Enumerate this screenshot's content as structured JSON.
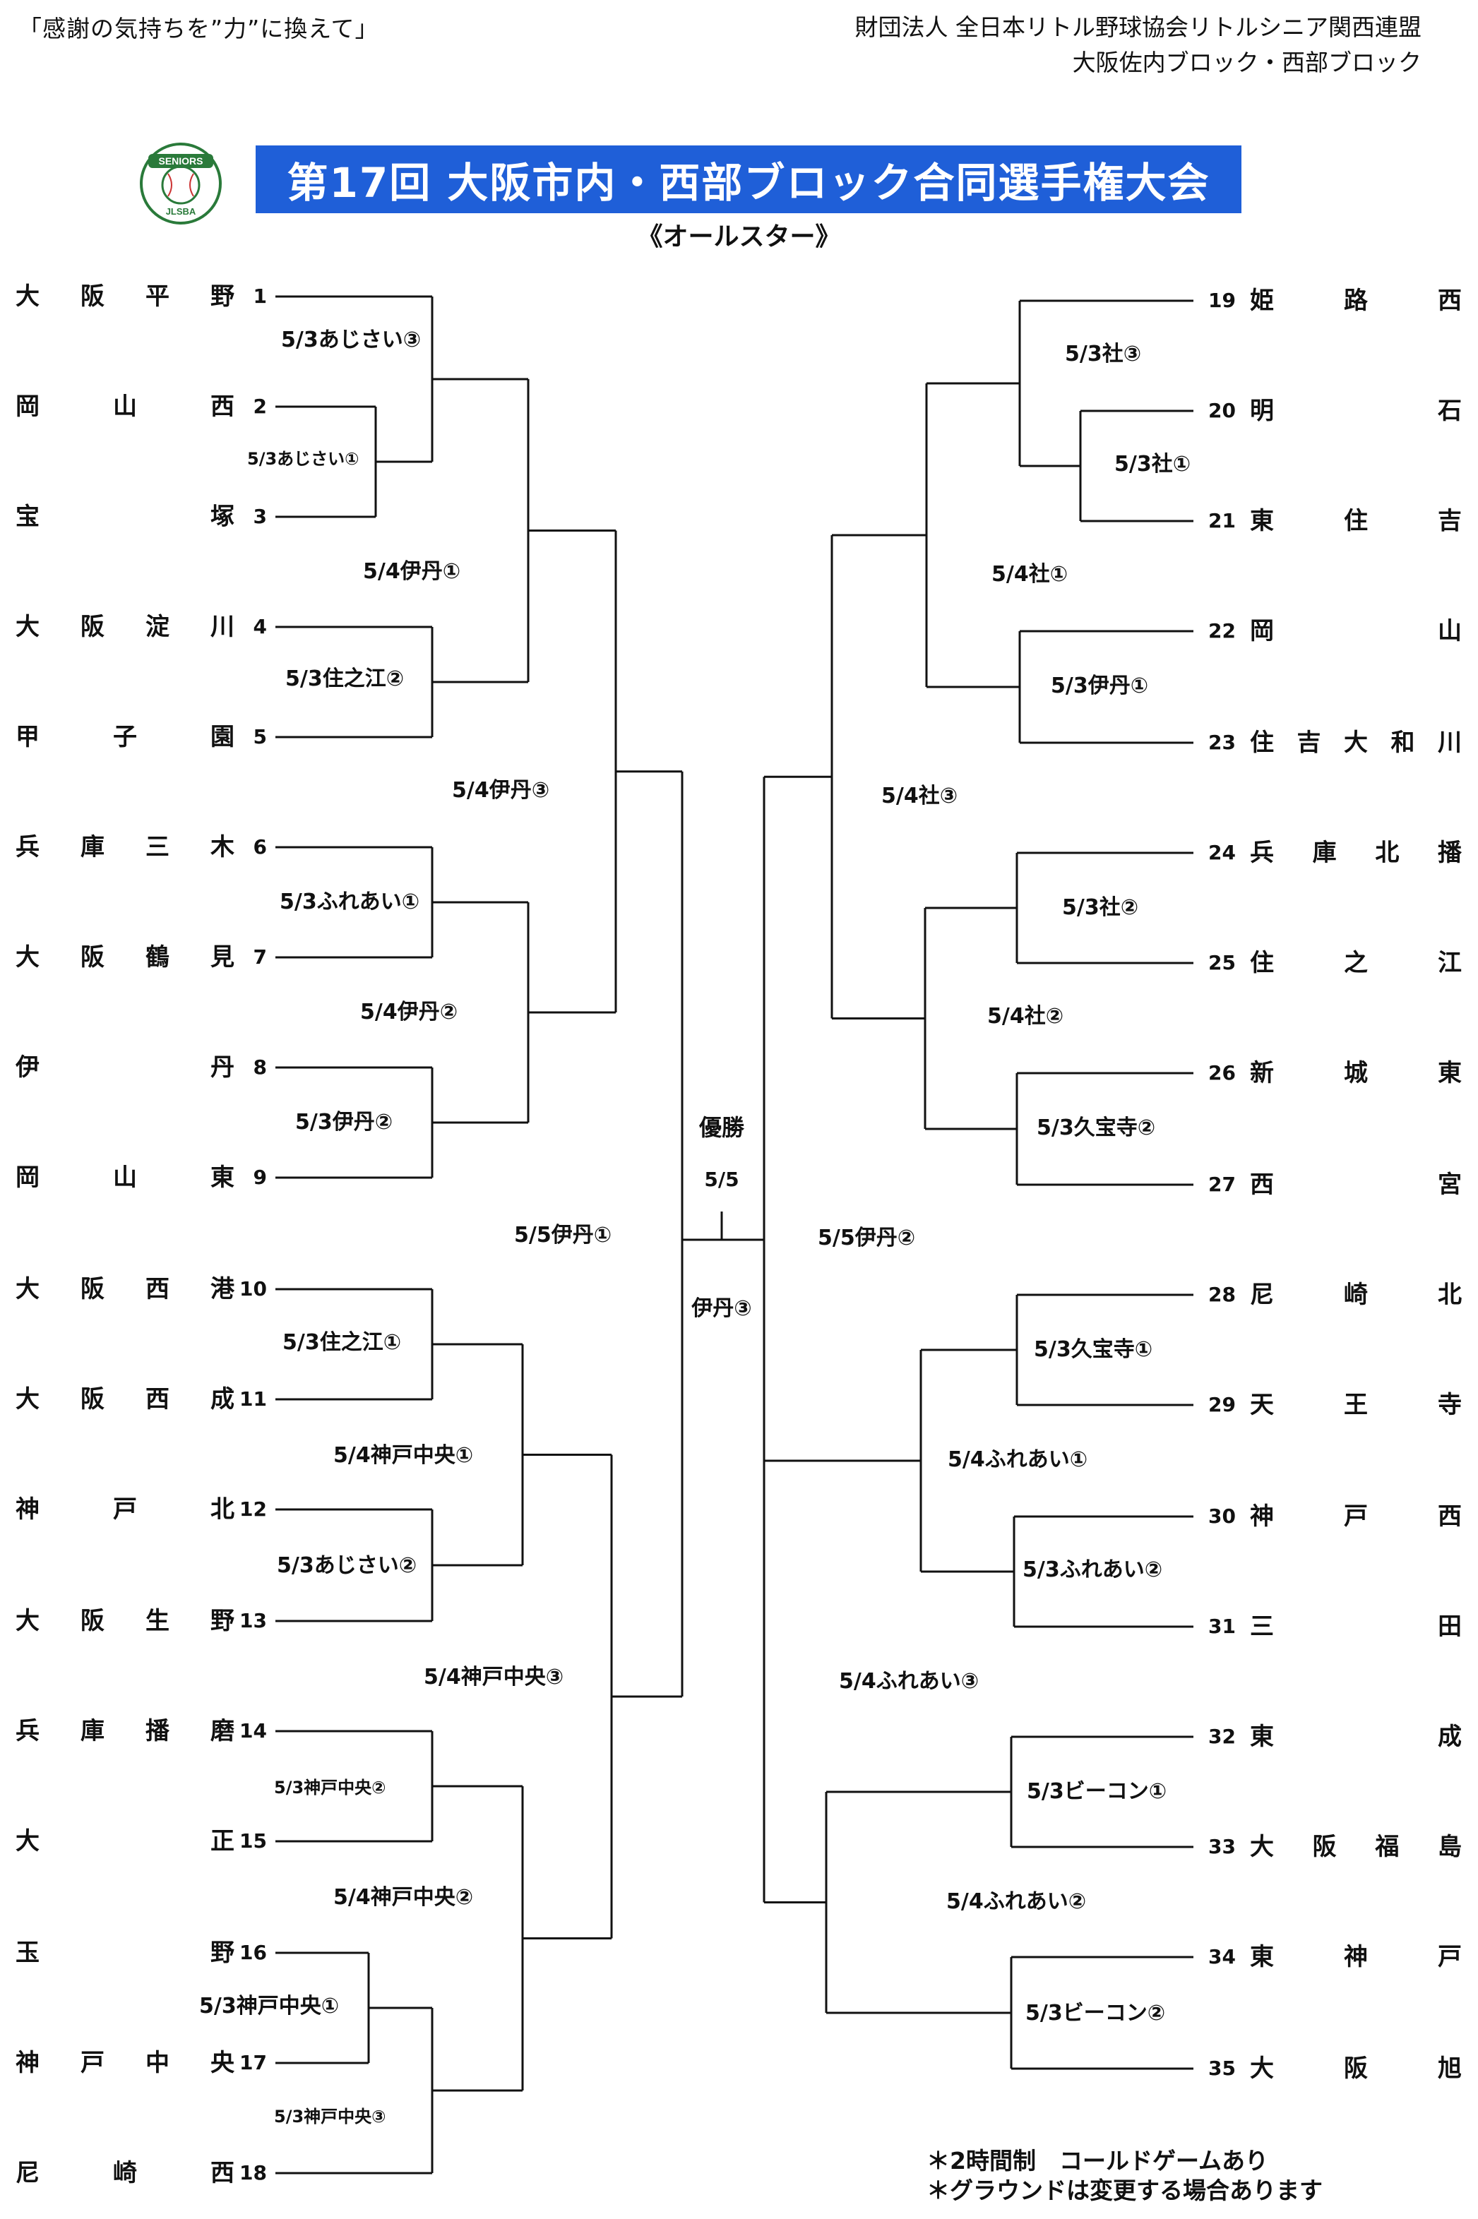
{
  "header": {
    "slogan": "「感謝の気持ちを”力”に換えて」",
    "org_line1": "財団法人 全日本リトル野球協会リトルシニア関西連盟",
    "org_line2": "大阪佐内ブロック・西部ブロック"
  },
  "logo": {
    "top_text": "SENIORS",
    "bottom_text": "JLSBA"
  },
  "title": "第17回 大阪市内・西部ブロック合同選手権大会",
  "subtitle": "《オールスター》",
  "left_teams": [
    {
      "seed": "1",
      "chars": [
        "大",
        "阪",
        "平",
        "野"
      ]
    },
    {
      "seed": "2",
      "chars": [
        "岡",
        "山",
        "西"
      ]
    },
    {
      "seed": "3",
      "chars": [
        "宝",
        "塚"
      ]
    },
    {
      "seed": "4",
      "chars": [
        "大",
        "阪",
        "淀",
        "川"
      ]
    },
    {
      "seed": "5",
      "chars": [
        "甲",
        "子",
        "園"
      ]
    },
    {
      "seed": "6",
      "chars": [
        "兵",
        "庫",
        "三",
        "木"
      ]
    },
    {
      "seed": "7",
      "chars": [
        "大",
        "阪",
        "鶴",
        "見"
      ]
    },
    {
      "seed": "8",
      "chars": [
        "伊",
        "丹"
      ]
    },
    {
      "seed": "9",
      "chars": [
        "岡",
        "山",
        "東"
      ]
    },
    {
      "seed": "10",
      "chars": [
        "大",
        "阪",
        "西",
        "港"
      ]
    },
    {
      "seed": "11",
      "chars": [
        "大",
        "阪",
        "西",
        "成"
      ]
    },
    {
      "seed": "12",
      "chars": [
        "神",
        "戸",
        "北"
      ]
    },
    {
      "seed": "13",
      "chars": [
        "大",
        "阪",
        "生",
        "野"
      ]
    },
    {
      "seed": "14",
      "chars": [
        "兵",
        "庫",
        "播",
        "磨"
      ]
    },
    {
      "seed": "15",
      "chars": [
        "大",
        "正"
      ]
    },
    {
      "seed": "16",
      "chars": [
        "玉",
        "野"
      ]
    },
    {
      "seed": "17",
      "chars": [
        "神",
        "戸",
        "中",
        "央"
      ]
    },
    {
      "seed": "18",
      "chars": [
        "尼",
        "崎",
        "西"
      ]
    }
  ],
  "right_teams": [
    {
      "seed": "19",
      "chars": [
        "姫",
        "路",
        "西"
      ]
    },
    {
      "seed": "20",
      "chars": [
        "明",
        "石"
      ]
    },
    {
      "seed": "21",
      "chars": [
        "東",
        "住",
        "吉"
      ]
    },
    {
      "seed": "22",
      "chars": [
        "岡",
        "山"
      ]
    },
    {
      "seed": "23",
      "chars": [
        "住",
        "吉",
        "大",
        "和",
        "川"
      ]
    },
    {
      "seed": "24",
      "chars": [
        "兵",
        "庫",
        "北",
        "播"
      ]
    },
    {
      "seed": "25",
      "chars": [
        "住",
        "之",
        "江"
      ]
    },
    {
      "seed": "26",
      "chars": [
        "新",
        "城",
        "東"
      ]
    },
    {
      "seed": "27",
      "chars": [
        "西",
        "宮"
      ]
    },
    {
      "seed": "28",
      "chars": [
        "尼",
        "崎",
        "北"
      ]
    },
    {
      "seed": "29",
      "chars": [
        "天",
        "王",
        "寺"
      ]
    },
    {
      "seed": "30",
      "chars": [
        "神",
        "戸",
        "西"
      ]
    },
    {
      "seed": "31",
      "chars": [
        "三",
        "田"
      ]
    },
    {
      "seed": "32",
      "chars": [
        "東",
        "成"
      ]
    },
    {
      "seed": "33",
      "chars": [
        "大",
        "阪",
        "福",
        "島"
      ]
    },
    {
      "seed": "34",
      "chars": [
        "東",
        "神",
        "戸"
      ]
    },
    {
      "seed": "35",
      "chars": [
        "大",
        "阪",
        "旭"
      ]
    }
  ],
  "left_labels": [
    "5/3あじさい③",
    "5/3あじさい①",
    "5/4伊丹①",
    "5/3住之江②",
    "5/4伊丹③",
    "5/3ふれあい①",
    "5/4伊丹②",
    "5/3伊丹②",
    "5/5伊丹①",
    "5/3住之江①",
    "5/4神戸中央①",
    "5/3あじさい②",
    "5/4神戸中央③",
    "5/3神戸中央②",
    "5/4神戸中央②",
    "5/3神戸中央①",
    "5/3神戸中央③"
  ],
  "right_labels": [
    "5/3社③",
    "5/3社①",
    "5/4社①",
    "5/3伊丹①",
    "5/4社③",
    "5/3社②",
    "5/4社②",
    "5/3久宝寺②",
    "5/5伊丹②",
    "5/3久宝寺①",
    "5/4ふれあい①",
    "5/3ふれあい②",
    "5/4ふれあい③",
    "5/3ビーコン①",
    "5/4ふれあい②",
    "5/3ビーコン②"
  ],
  "final": {
    "title": "優勝",
    "date": "5/5",
    "venue": "伊丹③"
  },
  "notes": [
    "＊2時間制　コールドゲームあり",
    "＊グラウンドは変更する場合あります"
  ]
}
